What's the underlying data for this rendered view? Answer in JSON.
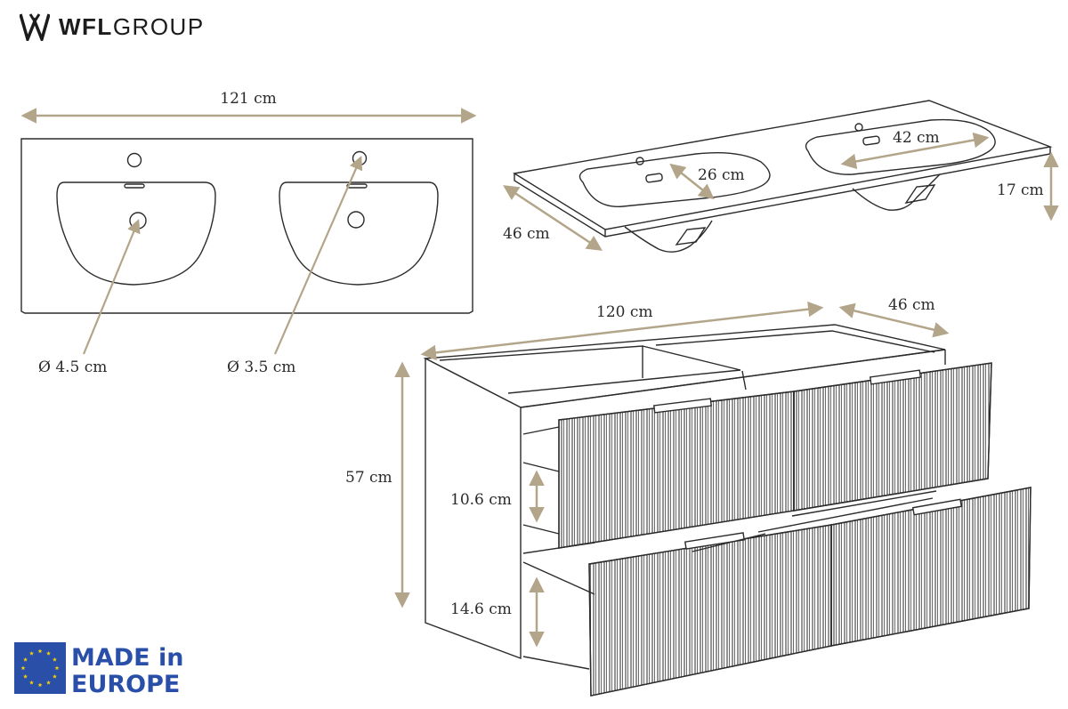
{
  "brand": {
    "name_bold": "WFL",
    "name_light": "GROUP",
    "logo_icon": "wfl-w-logo-icon"
  },
  "colors": {
    "line": "#2b2b2b",
    "dimension": "#b3a58a",
    "text": "#2a2a2a",
    "eu_blue": "#2a4fa8",
    "eu_star": "#f5d000"
  },
  "top_view": {
    "width_label": "121 cm",
    "overflow_label": "Ø 3.5 cm",
    "tap_hole_label": "Ø 4.5 cm"
  },
  "basin_3d": {
    "depth_label": "46 cm",
    "bowl_width_label": "42 cm",
    "bowl_depth_label": "26 cm",
    "height_label": "17 cm"
  },
  "cabinet": {
    "width_label": "120 cm",
    "depth_label": "46 cm",
    "height_label": "57 cm",
    "upper_drawer_label": "10.6 cm",
    "lower_drawer_label": "14.6 cm"
  },
  "badge": {
    "line1": "MADE in",
    "line2": "EUROPE",
    "flag_icon": "eu-flag-icon"
  }
}
